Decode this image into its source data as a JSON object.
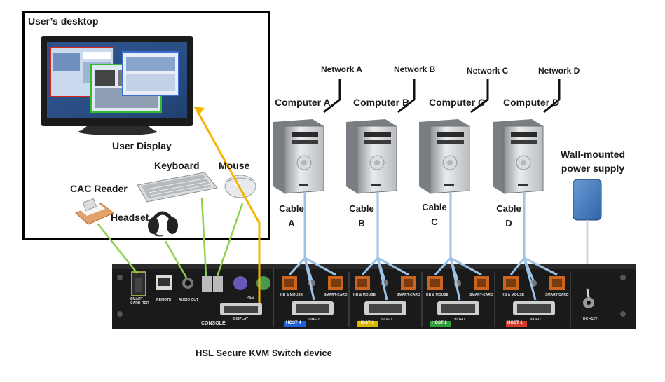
{
  "desktop": {
    "title": "User’s desktop",
    "display_label": "User Display",
    "keyboard_label": "Keyboard",
    "mouse_label": "Mouse",
    "cac_label": "CAC Reader",
    "headset_label": "Headset"
  },
  "computers": [
    {
      "name": "Computer A",
      "network": "Network A",
      "cable_line1": "Cable",
      "cable_line2": "A"
    },
    {
      "name": "Computer B",
      "network": "Network B",
      "cable_line1": "Cable",
      "cable_line2": "B"
    },
    {
      "name": "Computer C",
      "network": "Network C",
      "cable_line1": "Cable",
      "cable_line2": "C"
    },
    {
      "name": "Computer D",
      "network": "Network D",
      "cable_line1": "Cable",
      "cable_line2": "D"
    }
  ],
  "power": {
    "line1": "Wall-mounted",
    "line2": "power supply"
  },
  "device": {
    "caption": "HSL Secure KVM Switch device",
    "port_labels": {
      "smartcard_rdr": "SMART-\nCARD RDR",
      "remote": "REMOTE",
      "audio_out": "AUDIO OUT",
      "ps2": "PS/2",
      "console": "CONSOLE",
      "display": "DISPLAY",
      "kb_mouse": "KB & MOUSE",
      "smart_card": "SMART-CARD",
      "video": "VIDEO",
      "dc": "DC +12V"
    },
    "hosts": [
      "HOST 4",
      "HOST 3",
      "HOST 2",
      "HOST 1"
    ],
    "host_colors": [
      "#1d5fd6",
      "#d8b400",
      "#2e9e3a",
      "#d23a2a"
    ]
  },
  "colors": {
    "yellow_cable": "#f5b400",
    "green_cable": "#8fd14f",
    "blue_cable": "#9ec3e6",
    "network_line": "#111111"
  }
}
